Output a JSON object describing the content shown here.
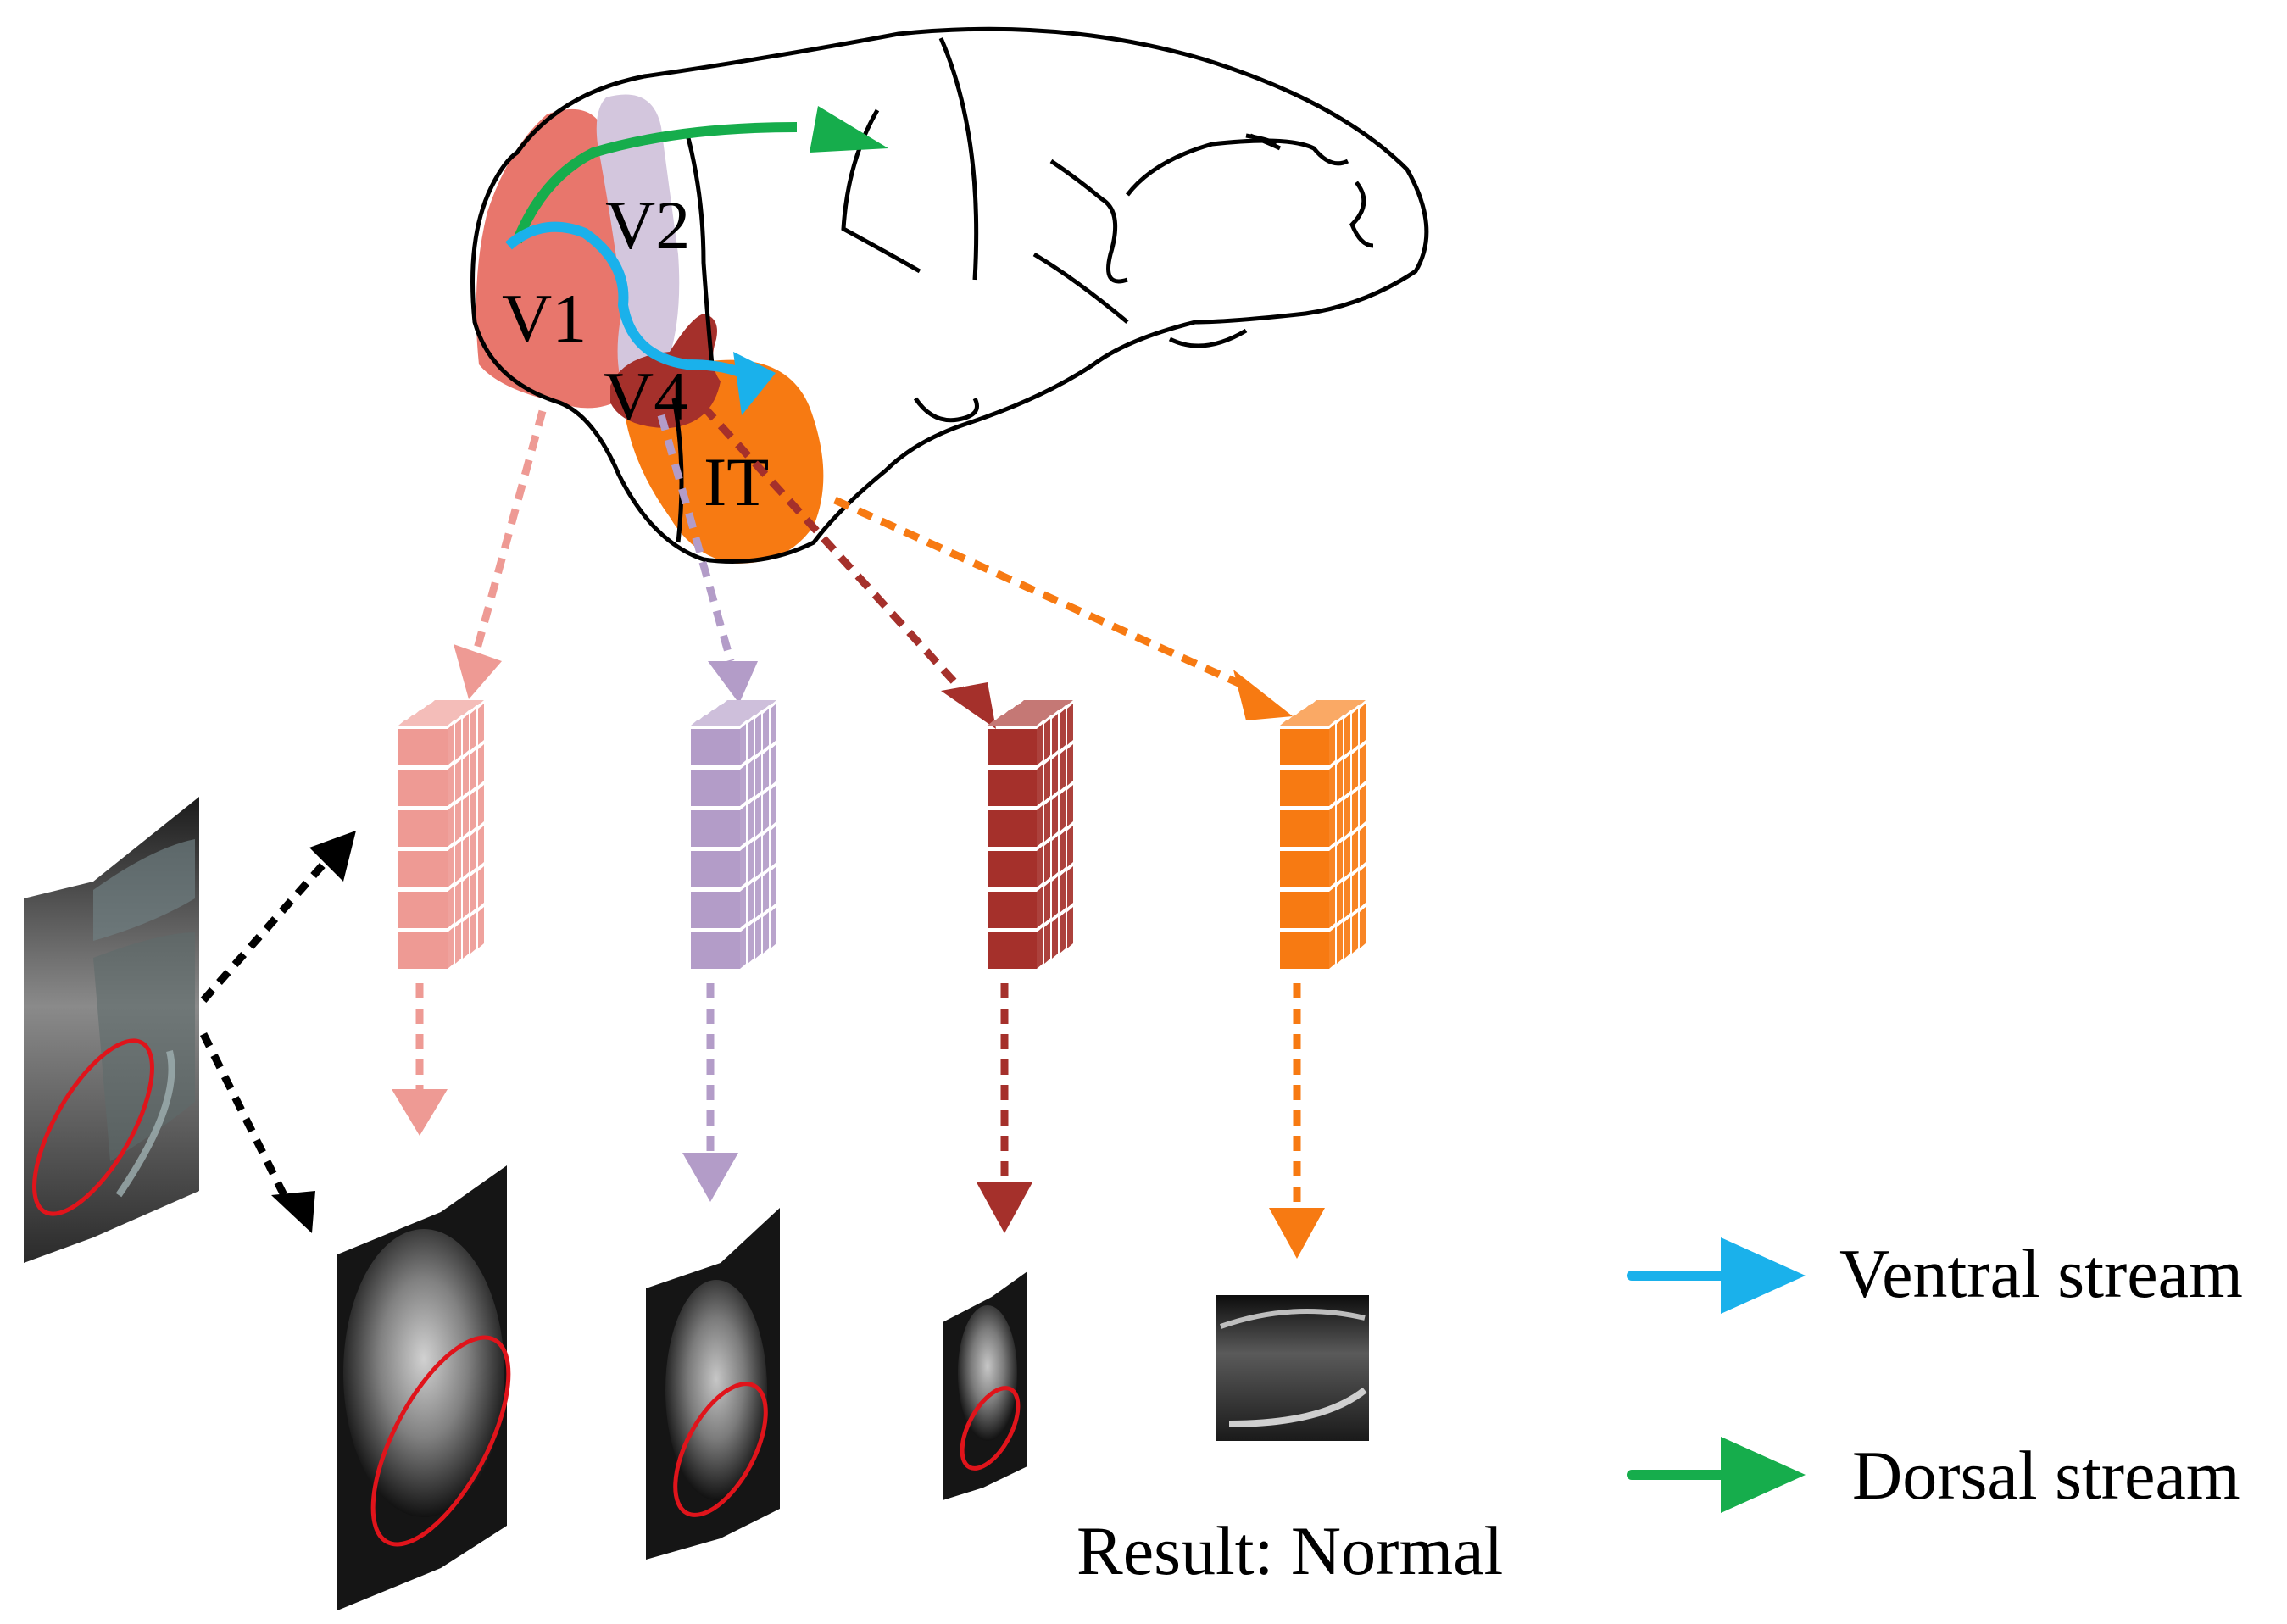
{
  "brain": {
    "regions": [
      {
        "name": "V1",
        "color": "#e8766c"
      },
      {
        "name": "V2",
        "color": "#d3c6dd"
      },
      {
        "name": "V4",
        "color": "#a5302b"
      },
      {
        "name": "IT",
        "color": "#f77a12"
      }
    ]
  },
  "streams": {
    "ventral": {
      "label": "Ventral stream",
      "color": "#1ab1eb"
    },
    "dorsal": {
      "label": "Dorsal stream",
      "color": "#16ad4c"
    }
  },
  "feature_blocks": [
    {
      "region": "V1",
      "color": "#ee9a94"
    },
    {
      "region": "V2",
      "color": "#b39cc8"
    },
    {
      "region": "V4",
      "color": "#a5302b"
    },
    {
      "region": "IT",
      "color": "#f77a12"
    }
  ],
  "result": {
    "label": "Result: Normal"
  },
  "colors": {
    "outline": "#000000",
    "annotation": "#e0141b",
    "connector": "#000000"
  }
}
